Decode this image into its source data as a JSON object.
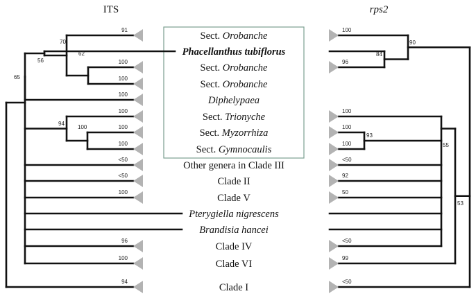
{
  "titles": {
    "left": "ITS",
    "right": "rps2"
  },
  "taxa": [
    {
      "id": "orob1",
      "prefix": "Sect. ",
      "name": "Orobanche",
      "italic": true,
      "bold": false
    },
    {
      "id": "phac",
      "prefix": "",
      "name": "Phacellanthus tubiflorus",
      "italic": true,
      "bold": true
    },
    {
      "id": "orob2",
      "prefix": "Sect. ",
      "name": "Orobanche",
      "italic": true,
      "bold": false
    },
    {
      "id": "orob3",
      "prefix": "Sect. ",
      "name": "Orobanche",
      "italic": true,
      "bold": false
    },
    {
      "id": "diph",
      "prefix": "",
      "name": "Diphelypaea",
      "italic": true,
      "bold": false
    },
    {
      "id": "trio",
      "prefix": "Sect. ",
      "name": "Trionyche",
      "italic": true,
      "bold": false
    },
    {
      "id": "myzo",
      "prefix": "Sect. ",
      "name": "Myzorrhiza",
      "italic": true,
      "bold": false
    },
    {
      "id": "gymn",
      "prefix": "Sect. ",
      "name": "Gymnocaulis",
      "italic": true,
      "bold": false
    },
    {
      "id": "other",
      "prefix": "",
      "name": "Other genera in Clade III",
      "italic": false,
      "bold": false
    },
    {
      "id": "c2",
      "prefix": "",
      "name": "Clade II",
      "italic": false,
      "bold": false
    },
    {
      "id": "c5",
      "prefix": "",
      "name": "Clade V",
      "italic": false,
      "bold": false
    },
    {
      "id": "pter",
      "prefix": "",
      "name": "Pterygiella nigrescens",
      "italic": true,
      "bold": false
    },
    {
      "id": "bran",
      "prefix": "",
      "name": "Brandisia hancei",
      "italic": true,
      "bold": false
    },
    {
      "id": "c4",
      "prefix": "",
      "name": "Clade IV",
      "italic": false,
      "bold": false
    },
    {
      "id": "c6",
      "prefix": "",
      "name": "Clade VI",
      "italic": false,
      "bold": false
    },
    {
      "id": "c1",
      "prefix": "",
      "name": "Clade I",
      "italic": false,
      "bold": false
    }
  ],
  "its_tip_support": {
    "orob1": "91",
    "orob2": "100",
    "orob3": "100",
    "diph": "100",
    "trio": "100",
    "myzo": "100",
    "gymn": "100",
    "other": "<50",
    "c2": "<50",
    "c5": "100",
    "c4": "96",
    "c6": "100",
    "c1": "94"
  },
  "its_node_support": {
    "n62": "62",
    "n70": "70",
    "n56": "56",
    "n65": "65",
    "n100": "100",
    "n94": "94"
  },
  "rps2_tip_support": {
    "orob1": "100",
    "orob2": "96",
    "trio": "100",
    "myzo": "100",
    "gymn": "100",
    "other": "<50",
    "c2": "92",
    "c5": "50",
    "c4": "<50",
    "c6": "99",
    "c1": "<50"
  },
  "rps2_node_support": {
    "n84": "84",
    "n90": "90",
    "n93": "93",
    "n55": "55",
    "n53": "53"
  }
}
